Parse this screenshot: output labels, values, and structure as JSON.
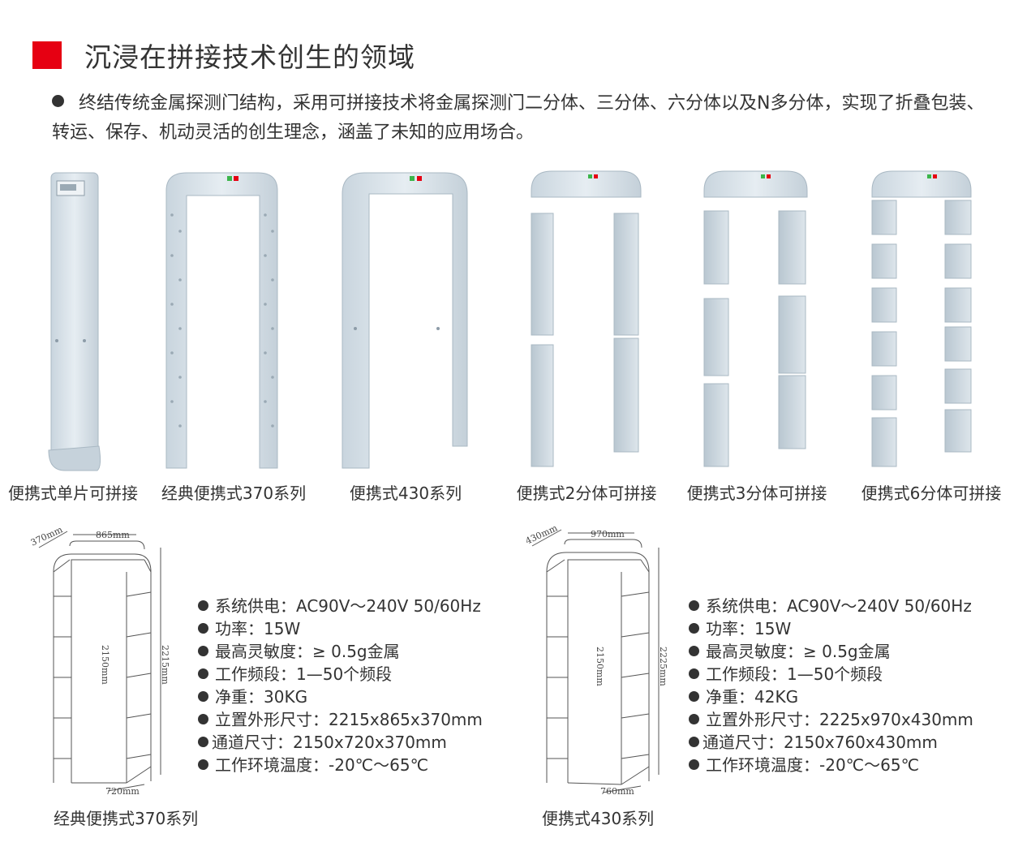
{
  "header": {
    "title": "沉浸在拼接技术创生的领域",
    "accent_color": "#e60012"
  },
  "intro": {
    "text": "终结传统金属探测门结构，采用可拼接技术将金属探测门二分体、三分体、六分体以及N多分体，实现了折叠包装、转运、保存、机动灵活的创生理念，涵盖了未知的应用场合。"
  },
  "products": [
    {
      "caption": "便携式单片可拼接"
    },
    {
      "caption": "经典便携式370系列"
    },
    {
      "caption": "便携式430系列"
    },
    {
      "caption": "便携式2分体可拼接"
    },
    {
      "caption": "便携式3分体可拼接"
    },
    {
      "caption": "便携式6分体可拼接"
    }
  ],
  "models": [
    {
      "caption": "经典便携式370系列",
      "dims": {
        "depth": "370mm",
        "width": "865mm",
        "inner_height": "2150mm",
        "outer_height": "2215mm",
        "inner_width": "720mm"
      },
      "specs": [
        "系统供电：AC90V～240V 50/60Hz",
        "功率：15W",
        "最高灵敏度：≥ 0.5g金属",
        "工作频段：1—50个频段",
        "净重：30KG",
        "立置外形尺寸：2215x865x370mm",
        "通道尺寸：2150x720x370mm",
        "工作环境温度：-20℃～65℃"
      ]
    },
    {
      "caption": "便携式430系列",
      "dims": {
        "depth": "430mm",
        "width": "970mm",
        "inner_height": "2150mm",
        "outer_height": "2225mm",
        "inner_width": "760mm"
      },
      "specs": [
        "系统供电：AC90V～240V 50/60Hz",
        "功率：15W",
        "最高灵敏度：≥ 0.5g金属",
        "工作频段：1—50个频段",
        "净重：42KG",
        "立置外形尺寸：2225x970x430mm",
        "通道尺寸：2150x760x430mm",
        "工作环境温度：-20℃～65℃"
      ]
    }
  ]
}
